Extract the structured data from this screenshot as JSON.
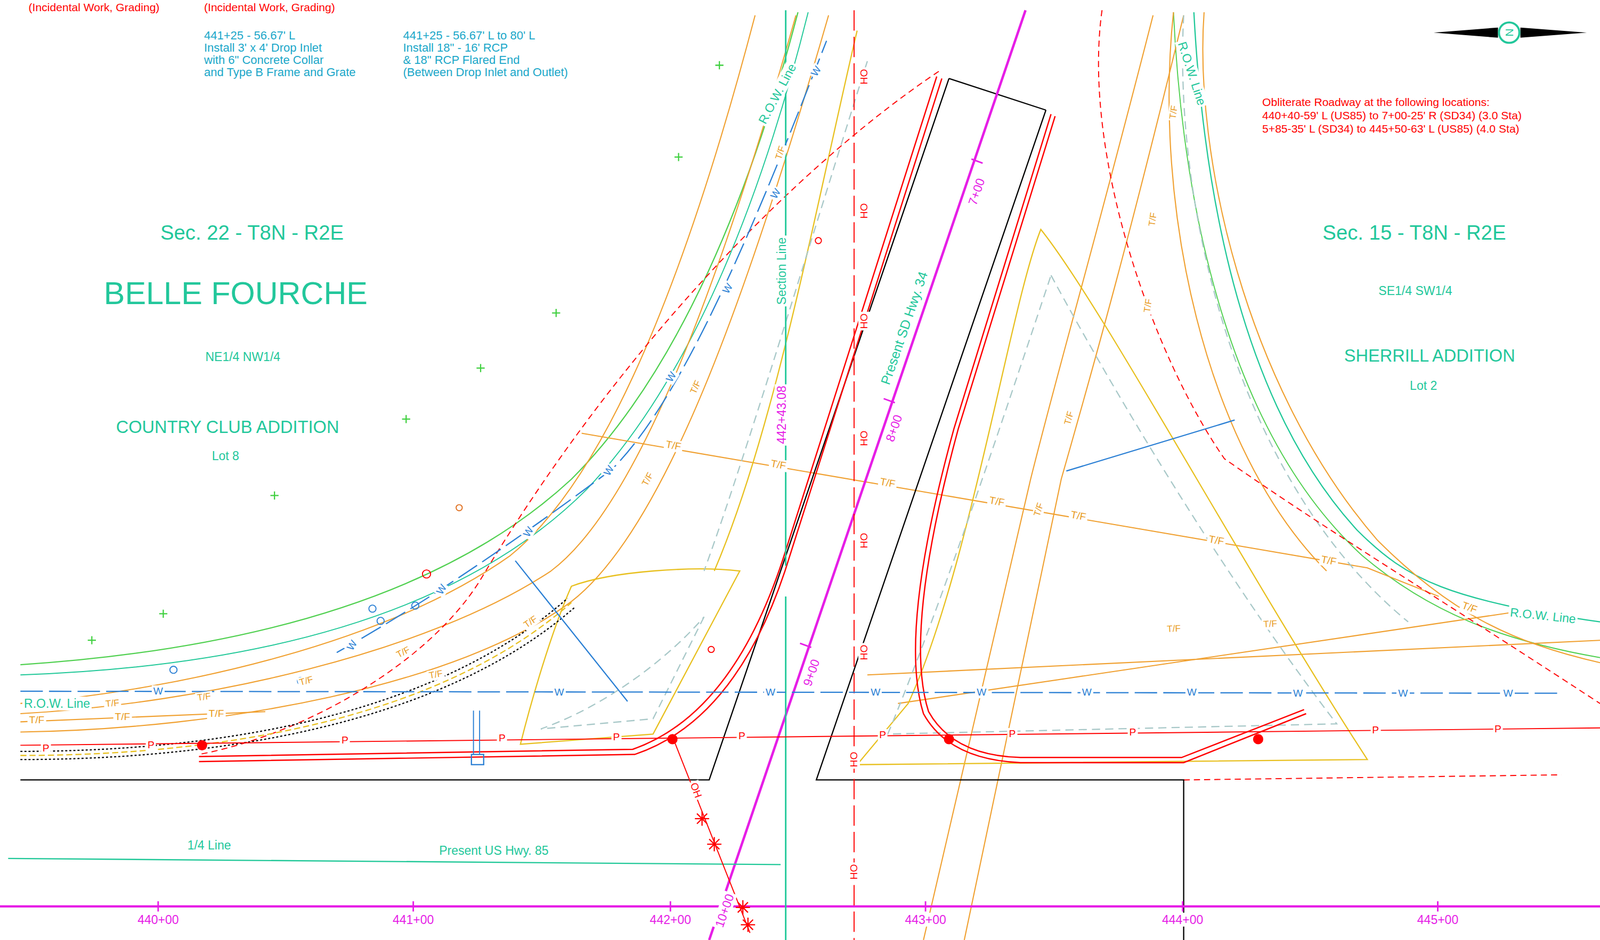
{
  "diagram": {
    "labels": [
      "(Incidental Work, Grading)",
      "(Incidental Work, Grading)",
      "441+25 - 56.67' L",
      "Install 3' x 4' Drop Inlet",
      "with 6\" Concrete Collar",
      "and Type B Frame and Grate",
      "441+25 - 56.67' L to 80' L",
      "Install 18\" - 16' RCP",
      "& 18\" RCP Flared End",
      "(Between Drop Inlet and Outlet)",
      "Obliterate Roadway at the following locations:",
      "440+40-59' L (US85) to 7+00-25' R (SD34) (3.0 Sta)",
      "5+85-35' L (SD34) to 445+50-63' L (US85) (4.0 Sta)",
      "Sec. 22 - T8N - R2E",
      "BELLE FOURCHE",
      "NE1/4 NW1/4",
      "COUNTRY CLUB ADDITION",
      "Lot 8",
      "Sec. 15 - T8N - R2E",
      "SE1/4 SW1/4",
      "SHERRILL ADDITION",
      "Lot 2",
      "R.O.W. Line",
      "Section Line",
      "442+43.08",
      "Present SD Hwy. 34",
      "7+00",
      "8+00",
      "9+00",
      "10+00",
      "R.O.W. Line",
      "R.O.W. Line",
      "R.O.W. Line",
      "1/4 Line",
      "Present US Hwy. 85",
      "440+00",
      "441+00",
      "442+00",
      "443+00",
      "444+00",
      "445+00",
      "N",
      "HO",
      "HO",
      "HO",
      "HO",
      "HO",
      "HO",
      "HO",
      "HO",
      "P",
      "P",
      "P",
      "P",
      "P",
      "P",
      "P",
      "P",
      "P",
      "P",
      "P",
      "W",
      "W",
      "W",
      "W",
      "W",
      "W",
      "W",
      "W",
      "W",
      "W",
      "W",
      "W",
      "W",
      "W",
      "W",
      "W",
      "W",
      "W",
      "T/F",
      "T/F",
      "T/F",
      "T/F",
      "T/F",
      "T/F",
      "T/F",
      "T/F",
      "T/F",
      "T/F",
      "T/F",
      "T/F",
      "T/F",
      "T/F",
      "T/F",
      "T/F",
      "T/F",
      "T/F",
      "T/F",
      "T/F",
      "T/F",
      "T/F",
      "T/F",
      "T/F",
      "T/F",
      "T/F",
      "T/F",
      "OH"
    ]
  }
}
